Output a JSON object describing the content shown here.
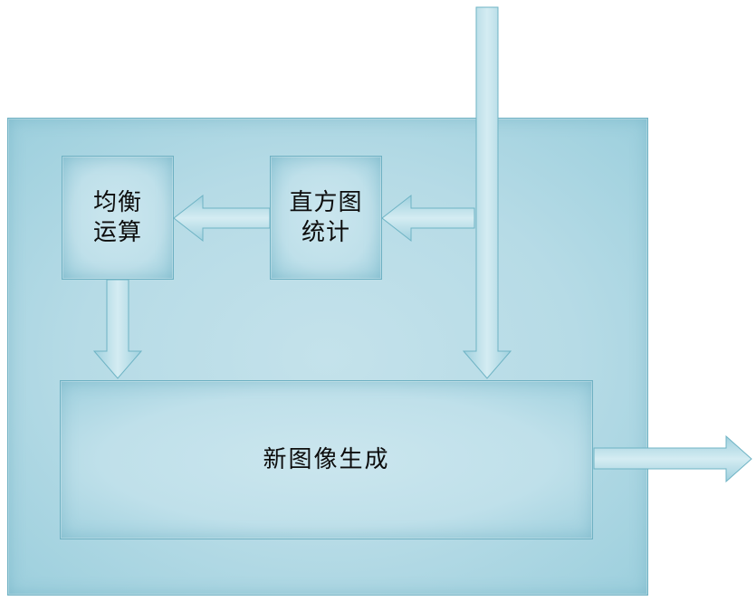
{
  "nodes": {
    "equalize": {
      "label": "均衡\n运算"
    },
    "histogram": {
      "label": "直方图\n统计"
    },
    "new_image": {
      "label": "新图像生成"
    }
  },
  "colors": {
    "fill": "#bfe0ea",
    "stroke": "#6fb1c3",
    "arrow_fill": "#b4dae6",
    "text": "#0d0d0d"
  }
}
